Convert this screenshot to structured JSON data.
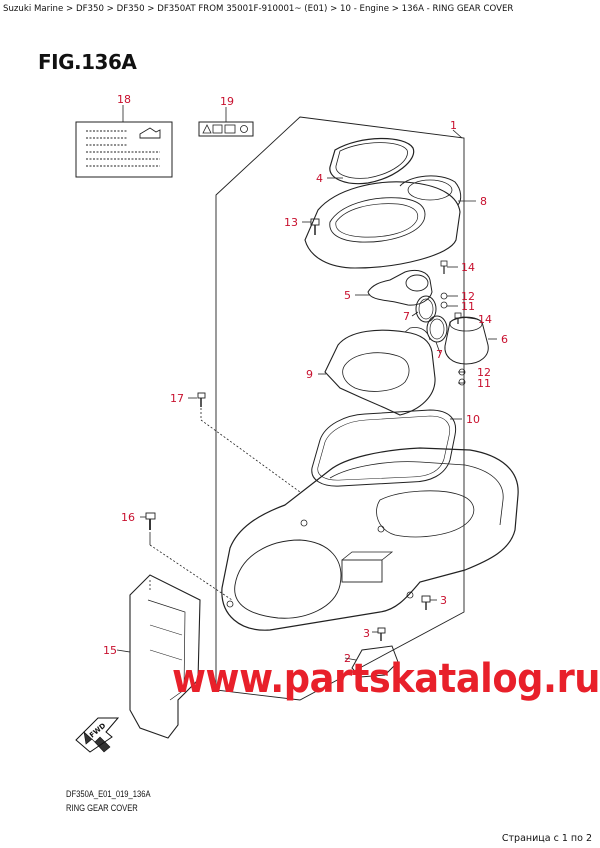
{
  "breadcrumb": "Suzuki Marine > DF350 > DF350 > DF350AT FROM 35001F-910001~ (E01) > 10 - Engine > 136A - RING GEAR COVER",
  "figure_title": "FIG.136A",
  "footer": {
    "code": "DF350A_E01_019_136A",
    "name": "RING GEAR COVER",
    "page_count": "Страница с 1 по 2"
  },
  "watermark": "www.partskatalog.ru",
  "colors": {
    "callout": "#c8102e",
    "watermark": "#e8202a",
    "line": "#222222"
  },
  "callouts": {
    "c1": "1",
    "c2": "2",
    "c3a": "3",
    "c3b": "3",
    "c4": "4",
    "c5": "5",
    "c6": "6",
    "c7a": "7",
    "c7b": "7",
    "c8": "8",
    "c9": "9",
    "c10": "10",
    "c11a": "11",
    "c11b": "11",
    "c12a": "12",
    "c12b": "12",
    "c13": "13",
    "c14a": "14",
    "c14b": "14",
    "c15": "15",
    "c16": "16",
    "c17": "17",
    "c18": "18",
    "c19": "19"
  },
  "icons": [
    "label-sticker-icon",
    "warning-label-icon",
    "fwd-arrow-icon"
  ]
}
